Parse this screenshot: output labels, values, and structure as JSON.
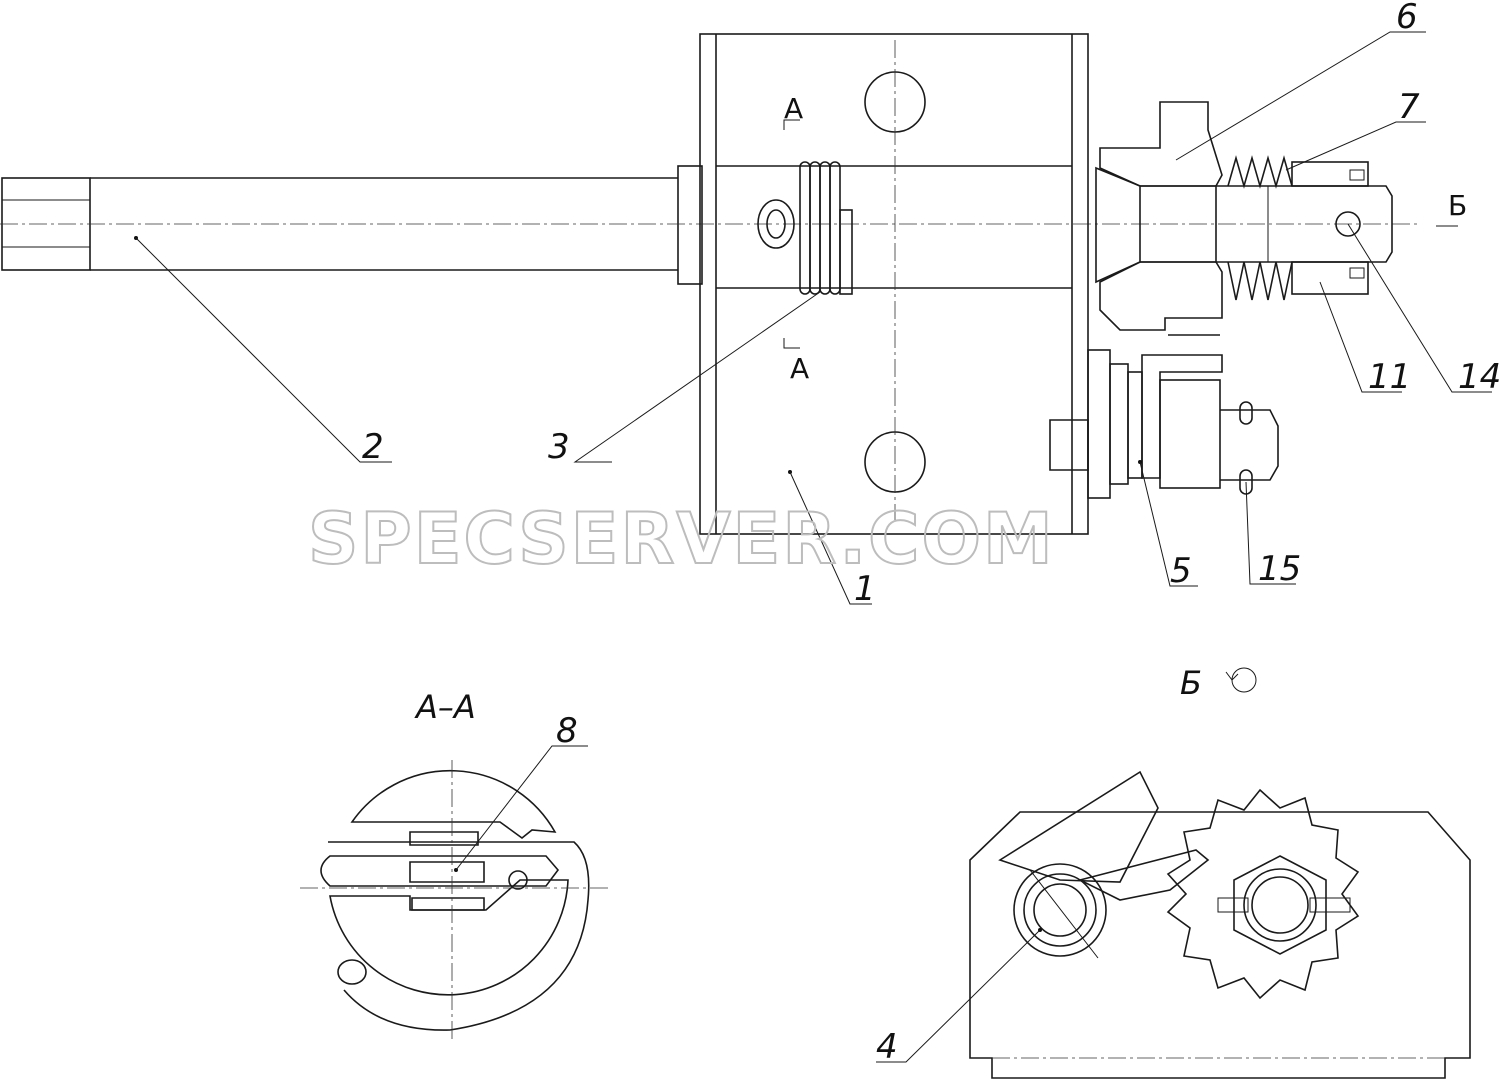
{
  "callouts": [
    "1",
    "2",
    "3",
    "4",
    "5",
    "6",
    "7",
    "8",
    "11",
    "14",
    "15"
  ],
  "section_marks": {
    "a_top": "А",
    "a_bottom": "А",
    "b_arrow": "Б"
  },
  "views": {
    "section_aa": "А–А",
    "view_b": "Б"
  },
  "watermark": "SPECSERVER.COM"
}
